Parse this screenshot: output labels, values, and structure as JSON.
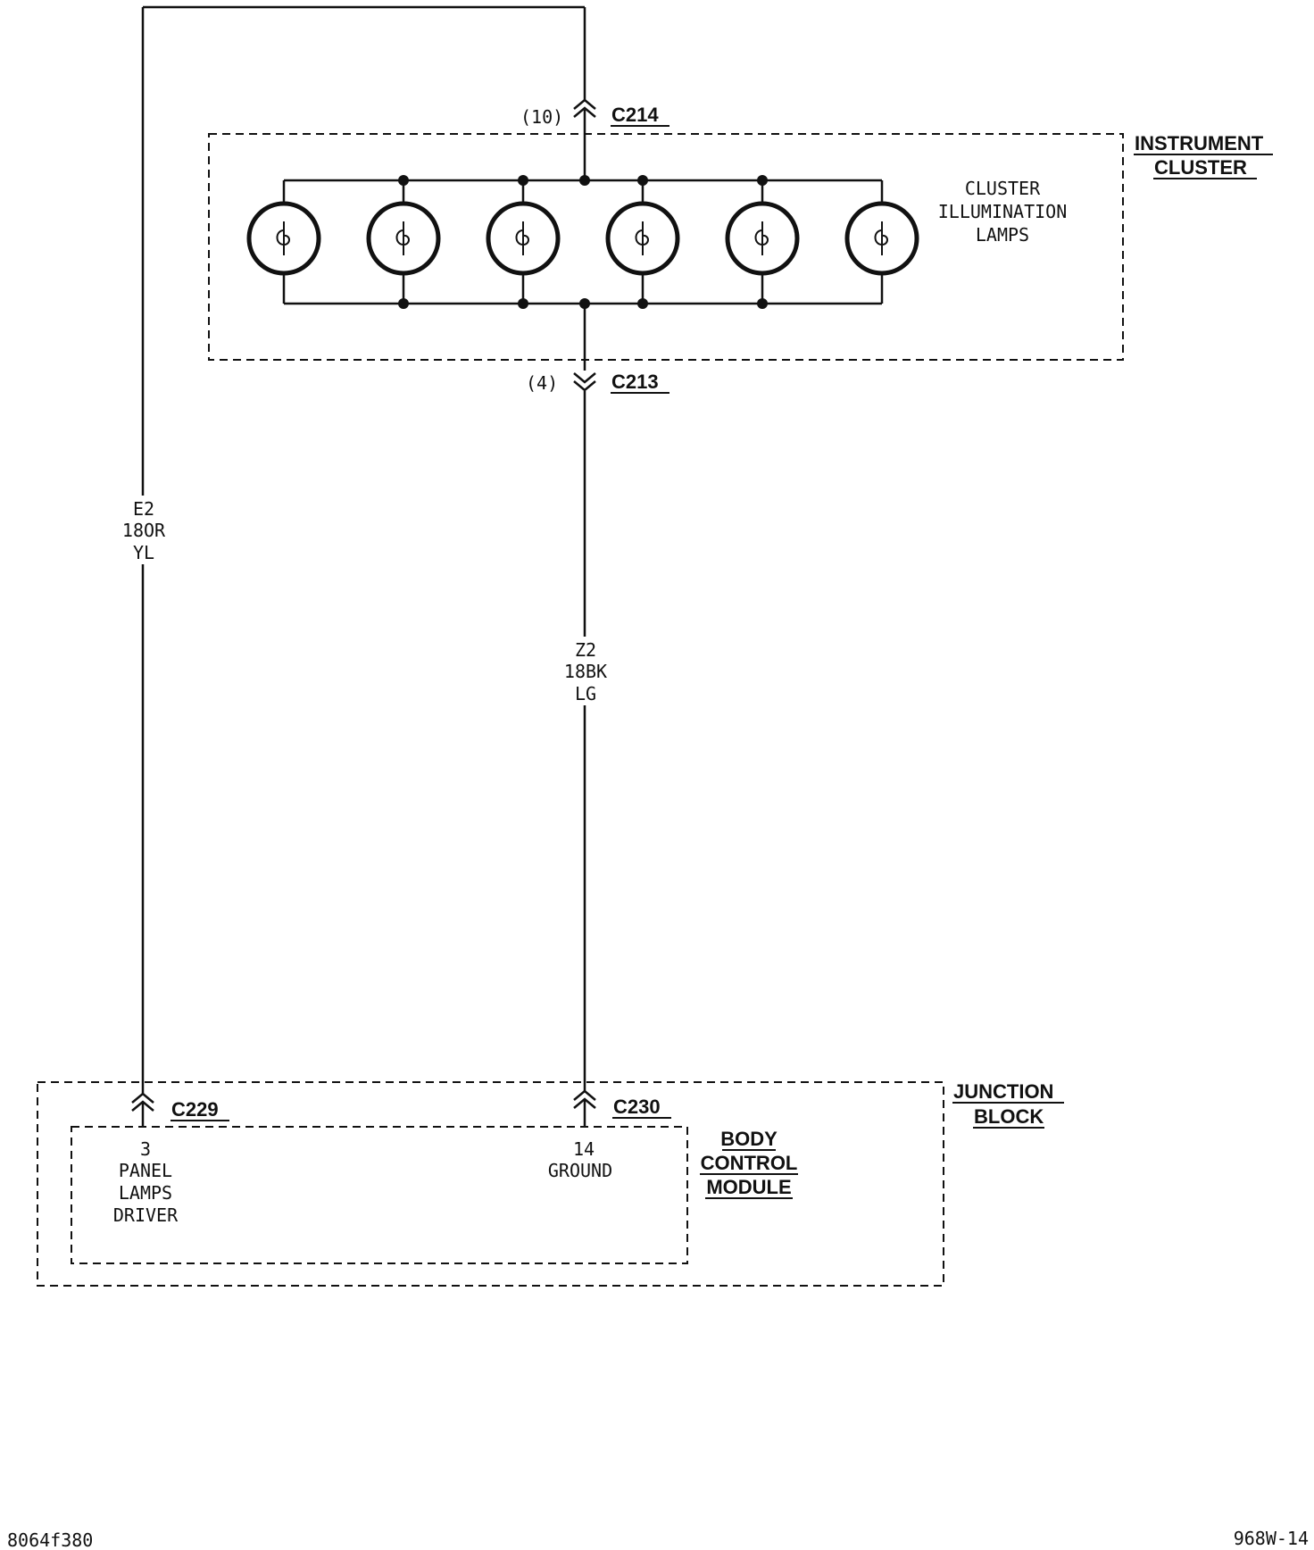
{
  "instrument_cluster": {
    "title_line1": "INSTRUMENT",
    "title_line2": "CLUSTER",
    "lamps_label_line1": "CLUSTER",
    "lamps_label_line2": "ILLUMINATION",
    "lamps_label_line3": "LAMPS"
  },
  "connectors": {
    "c214": {
      "name": "C214",
      "pin": "(10)"
    },
    "c213": {
      "name": "C213",
      "pin": "(4)"
    },
    "c229": {
      "name": "C229"
    },
    "c230": {
      "name": "C230"
    }
  },
  "wires": {
    "left": {
      "circuit": "E2",
      "gauge_color": "18OR",
      "tracer": "YL"
    },
    "right": {
      "circuit": "Z2",
      "gauge_color": "18BK",
      "tracer": "LG"
    }
  },
  "junction_block": {
    "title_line1": "JUNCTION",
    "title_line2": "BLOCK"
  },
  "body_control_module": {
    "title_line1": "BODY",
    "title_line2": "CONTROL",
    "title_line3": "MODULE",
    "pin_left": {
      "number": "3",
      "line1": "PANEL",
      "line2": "LAMPS",
      "line3": "DRIVER"
    },
    "pin_right": {
      "number": "14",
      "line1": "GROUND"
    }
  },
  "footer": {
    "left_code": "8064f380",
    "right_code": "968W-14"
  }
}
